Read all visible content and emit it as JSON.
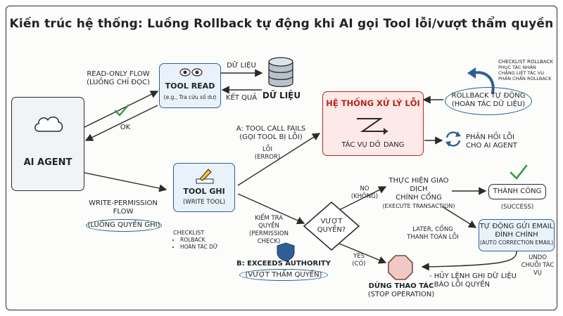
{
  "title": "Kiến trúc hệ thống: Luồng Rollback tự động khi AI gọi Tool lỗi/vượt thẩm quyền",
  "nodes": {
    "agent": "AI AGENT",
    "tool_read": {
      "title": "TOOL READ",
      "sub": "(e.g., Tra cứu số dư)"
    },
    "database": "DỮ LIỆU",
    "tool_write": {
      "title": "TOOL GHI",
      "sub": "(WRITE TOOL)"
    },
    "error_system": {
      "title": "HỆ THỐNG XỬ LÝ LỖI",
      "sub": "TÁC VỤ DỞ DANG"
    },
    "rollback": {
      "line1": "ROLLBACK TỰ ĐỘNG",
      "line2": "(HOÀN TÁC DỮ LIỆU)"
    },
    "error_feedback": {
      "line1": "PHẢN HỒI LỖI",
      "line2": "CHO AI AGENT"
    },
    "decision": {
      "line1": "VƯỢT",
      "line2": "QUYỀN?"
    },
    "execute": {
      "line1": "THỰC HIỆN GIAO DỊCH",
      "line2": "CHÍNH CỔNG",
      "line3": "(EXECUTE TRANSACTION)"
    },
    "success": {
      "title": "THÀNH CÔNG",
      "sub": "(SUCCESS)"
    },
    "email": {
      "line1": "TỰ ĐỘNG GỬI EMAIL",
      "line2": "ĐÍNH CHÍNH",
      "line3": "(AUTO CORRECTION EMAIL)"
    },
    "stop": {
      "line1": "DỪNG THAO TÁC",
      "line2": "(STOP OPERATION)"
    }
  },
  "labels": {
    "read_flow": {
      "line1": "READ-ONLY FLOW",
      "line2": "(LUỒNG CHỈ ĐỌC)"
    },
    "ok": "OK",
    "data_in": "DỮ LIỆU",
    "result": "KẾT QUẢ",
    "write_flow": {
      "line1": "WRITE-PERMISSION",
      "line2": "FLOW",
      "line3": "(LUỒNG QUYỀN GHI)"
    },
    "fail_a": {
      "line1": "A: TOOL CALL FAILS",
      "line2": "(GỌI TOOL BỊ LỖI)"
    },
    "error": {
      "line1": "LỖI",
      "line2": "(ERROR)"
    },
    "permission_check": {
      "line1": "KIỂM TRA",
      "line2": "QUYỀN",
      "line3": "(PERMISSION CHECK)"
    },
    "exceeds": {
      "line1": "B: EXCEEDS AUTHORITY",
      "line2": "(VƯỢT THẨM QUYỀN)"
    },
    "no": {
      "line1": "NO",
      "line2": "(KHÔNG)"
    },
    "yes": {
      "line1": "YES",
      "line2": "(CÓ)"
    },
    "later_gateway": {
      "line1": "LATER, CỔNG",
      "line2": "THANH TOÁN LỖI"
    },
    "undo_chain": {
      "line1": "UNDO",
      "line2": "CHUỖI TÁC VỤ"
    },
    "stop_actions": {
      "line1": "- HỦY LỆNH GHI DỮ LIỆU",
      "line2": "- BÁO LỖI QUYỀN"
    }
  },
  "checklist_write": {
    "heading": "CHECKLIST",
    "items": [
      "ROLBACK",
      "HOÀN TÁC DỮ"
    ]
  },
  "checklist_rollback": {
    "heading": "CHECKLIST ROLLBACK",
    "items": [
      "PHỤC TÁC NHÂN",
      "CHẲNG LIỆT TÁC VỤ",
      "PHẢN CHẤN ROLLBACK"
    ]
  },
  "colors": {
    "accent_blue": "#2e5f94",
    "error_red": "#b3261e",
    "check_green": "#2e9e3f",
    "pencil_yellow": "#f2c230"
  },
  "icons": {
    "eyes": "eyes-icon",
    "database": "database-icon",
    "cloud": "cloud-icon",
    "pencil": "pencil-icon",
    "shield": "shield-icon",
    "stop": "stop-octagon-icon",
    "refresh": "refresh-icon",
    "undo_arrow": "undo-arrow-icon",
    "check": "check-icon",
    "zigzag": "zigzag-arrow-icon"
  }
}
